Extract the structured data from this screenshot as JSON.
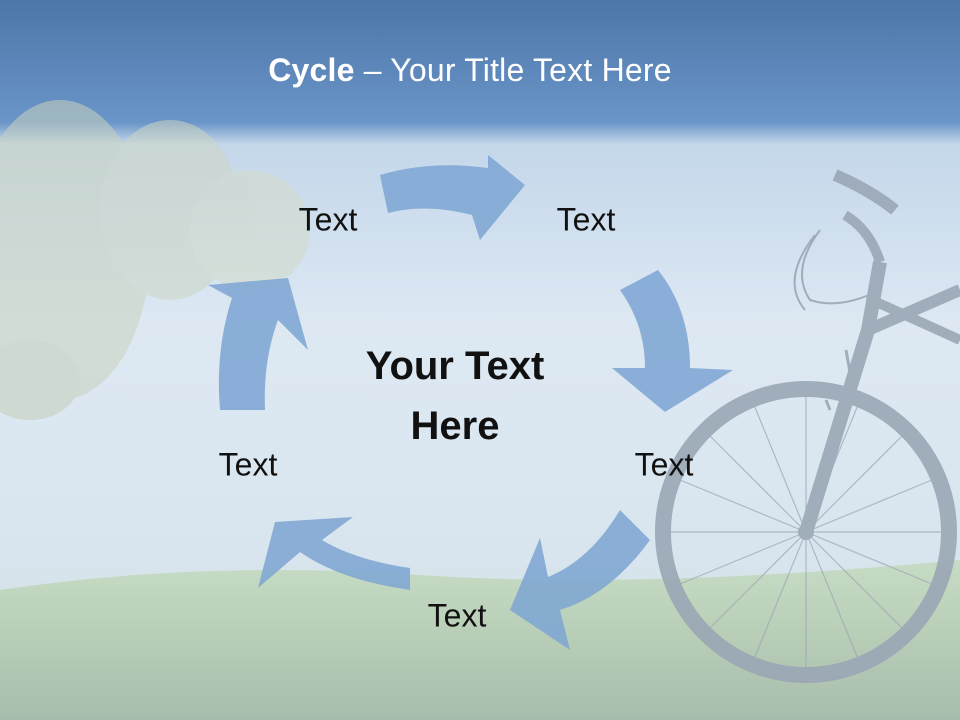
{
  "slide": {
    "title_bold": "Cycle",
    "title_rest": " – Your Title Text Here",
    "center_line1": "Your Text",
    "center_line2": "Here",
    "labels": [
      "Text",
      "Text",
      "Text",
      "Text",
      "Text"
    ]
  },
  "colors": {
    "arrow": "#7ea6d3",
    "title_bar": "#5b87bd",
    "text": "#111111"
  }
}
